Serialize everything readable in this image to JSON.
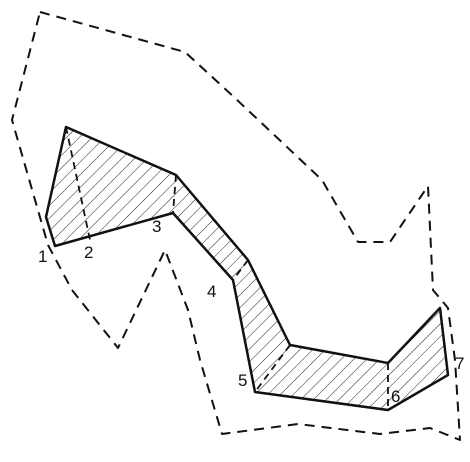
{
  "diagram": {
    "point_labels": [
      "1",
      "2",
      "3",
      "4",
      "5",
      "6",
      "7"
    ]
  }
}
